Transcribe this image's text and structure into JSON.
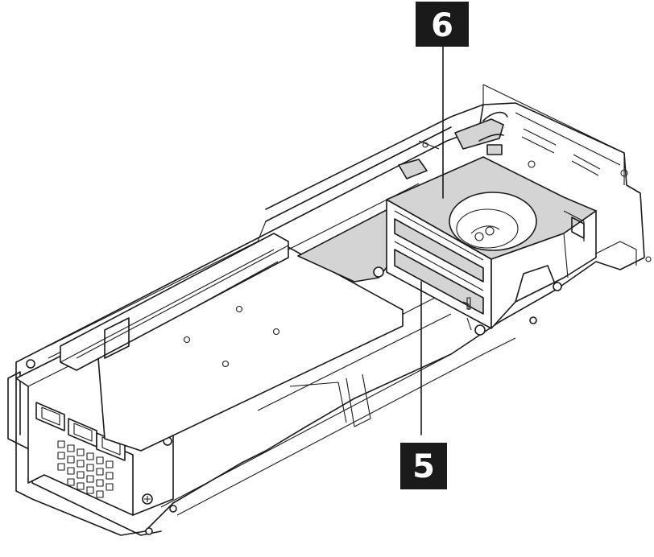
{
  "callouts": [
    {
      "id": "callout-6",
      "label": "6"
    },
    {
      "id": "callout-5",
      "label": "5"
    }
  ],
  "colors": {
    "highlight": "#d4d4d4",
    "callout_background": "#1a1a1a",
    "callout_text": "#ffffff"
  }
}
